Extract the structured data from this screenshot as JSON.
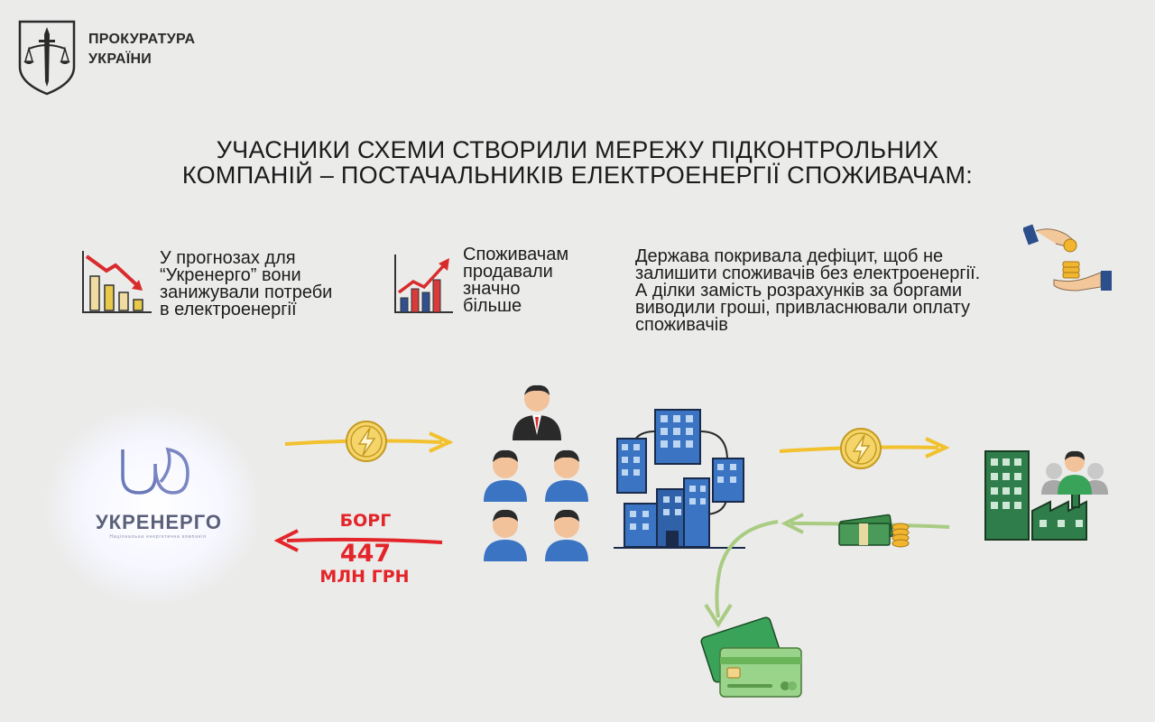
{
  "header": {
    "org_line1": "ПРОКУРАТУРА",
    "org_line2": "УКРАЇНИ"
  },
  "headline": {
    "line1": "УЧАСНИКИ СХЕМИ СТВОРИЛИ МЕРЕЖУ ПІДКОНТРОЛЬНИХ",
    "line2": "КОМПАНІЙ – ПОСТАЧАЛЬНИКІВ ЕЛЕКТРОЕНЕРГІЇ СПОЖИВАЧАМ:"
  },
  "info": [
    {
      "icon": "chart-down-icon",
      "lines": [
        "У прогнозах для",
        "“Укренерго” вони",
        "занижували потреби",
        "в електроенергії"
      ]
    },
    {
      "icon": "chart-up-icon",
      "lines": [
        "Споживачам",
        "продавали",
        "значно",
        "більше"
      ]
    },
    {
      "icon": "hand-coins-icon",
      "lines": [
        "Держава покривала дефіцит, щоб не",
        "залишити споживачів без електроенергії.",
        "А ділки замість розрахунків за боргами",
        "виводили гроші, привласнювали оплату",
        "споживачів"
      ]
    }
  ],
  "logo": {
    "name": "УКРЕНЕРГО",
    "subtitle": "Національна енергетична компанія"
  },
  "debt": {
    "label": "БОРГ",
    "amount": "447",
    "unit": "МЛН ГРН"
  },
  "colors": {
    "background": "#ebebea",
    "arrow_yellow": "#f2c12e",
    "arrow_red": "#e3252a",
    "arrow_green": "#a9cc82",
    "building_blue": "#2f6fb7",
    "consumer_green": "#2e7d4a"
  }
}
